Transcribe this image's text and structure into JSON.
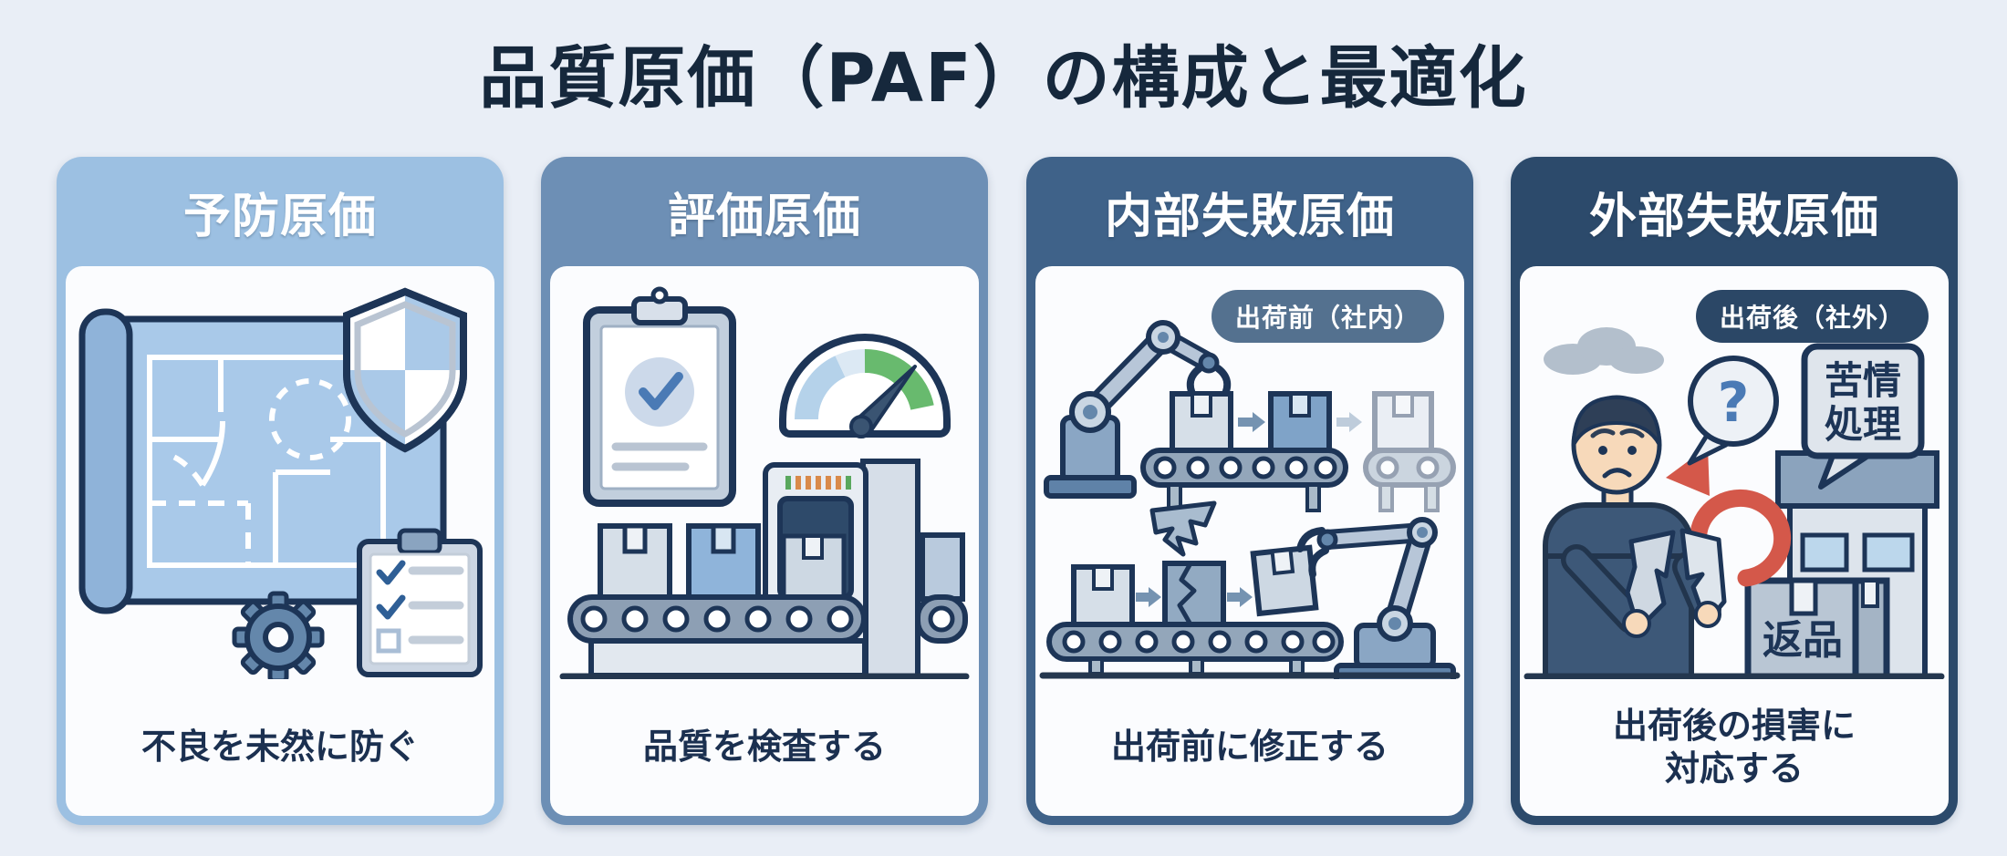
{
  "title": "品質原価（PAF）の構成と最適化",
  "cards": [
    {
      "header": "予防原価",
      "caption": "不良を未然に防ぐ",
      "header_color": "#9cc0e2",
      "icons": [
        "blueprint",
        "shield",
        "gear",
        "checklist"
      ]
    },
    {
      "header": "評価原価",
      "caption": "品質を検査する",
      "header_color": "#6d8fb5",
      "icons": [
        "clipboard-check",
        "gauge",
        "inspection-machine",
        "conveyor"
      ]
    },
    {
      "header": "内部失敗原価",
      "caption": "出荷前に修正する",
      "header_color": "#3f6289",
      "badge": "出荷前（社内）",
      "badge_color": "#54718f",
      "icons": [
        "robot-arm",
        "conveyor",
        "broken-box",
        "arrows"
      ]
    },
    {
      "header": "外部失敗原価",
      "caption": "出荷後の損害に\n対応する",
      "header_color": "#2c4a6b",
      "badge": "出荷後（社外）",
      "badge_color": "#2b4766",
      "labels": {
        "complaint_line1": "苦情",
        "complaint_line2": "処理",
        "return_box": "返品",
        "question": "?"
      },
      "icons": [
        "cloud",
        "worried-customer",
        "question-bubble",
        "return-arrow",
        "store",
        "return-box"
      ]
    }
  ],
  "colors": {
    "background": "#e9eef6",
    "title_text": "#16283c",
    "caption_text": "#1b3050",
    "card_inner": "#fbfcfe",
    "outline_navy": "#1d3557",
    "accent_red": "#d4584a",
    "accent_green": "#68ba6e",
    "accent_blue": "#4a7ab5"
  }
}
